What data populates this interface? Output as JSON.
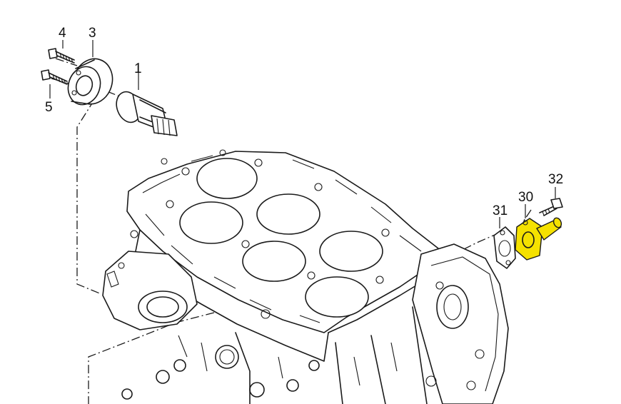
{
  "callouts": {
    "c1": "1",
    "c3": "3",
    "c4": "4",
    "c5": "5",
    "c30": "30",
    "c31": "31",
    "c32": "32"
  },
  "colors": {
    "highlight": "#f5e100",
    "line": "#1a1a1a",
    "background": "#ffffff"
  }
}
